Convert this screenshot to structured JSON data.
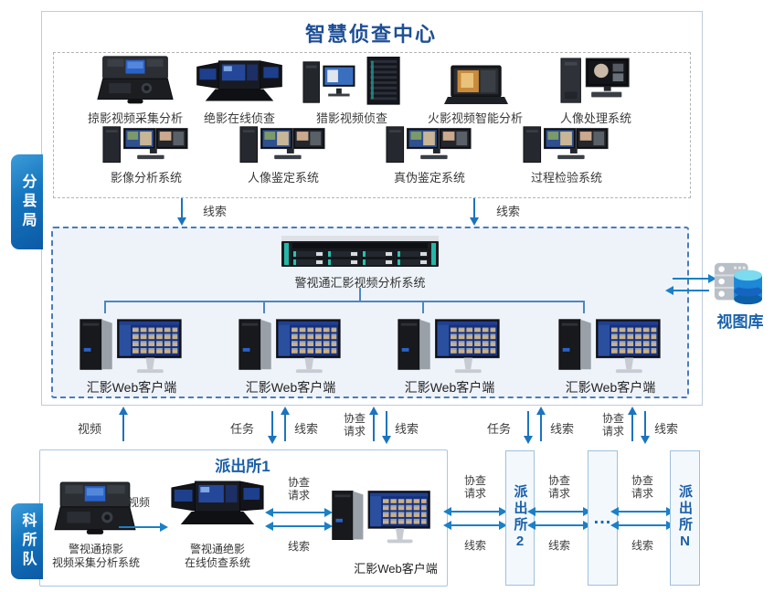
{
  "org": {
    "county_bureau": "分县局",
    "station_team": "科所队"
  },
  "center": {
    "title": "智慧侦查中心",
    "row1": [
      {
        "label": "掠影视频采集分析"
      },
      {
        "label": "绝影在线侦查"
      },
      {
        "label": "猎影视频侦查"
      },
      {
        "label": "火影视频智能分析"
      },
      {
        "label": "人像处理系统"
      }
    ],
    "row2": [
      {
        "label": "影像分析系统"
      },
      {
        "label": "人像鉴定系统"
      },
      {
        "label": "真伪鉴定系统"
      },
      {
        "label": "过程检验系统"
      }
    ]
  },
  "flows": {
    "clue": "线索",
    "video": "视频",
    "task": "任务",
    "assist_request": "协查\n请求"
  },
  "hub": {
    "server_label": "警视通汇影视频分析系统",
    "clients": [
      "汇影Web客户端",
      "汇影Web客户端",
      "汇影Web客户端",
      "汇影Web客户端"
    ]
  },
  "repository": {
    "label": "视图库"
  },
  "stations": {
    "station1": {
      "title": "派出所1",
      "device1_label": "警视通掠影\n视频采集分析系统",
      "device2_label": "警视通绝影\n在线侦查系统",
      "client_label": "汇影Web客户端"
    },
    "station2": "派出所2",
    "ellipsis": "...",
    "stationN": "派出所N"
  },
  "colors": {
    "arrow_blue": "#1b74bd",
    "accent_blue": "#1a5fa8",
    "title_navy": "#1e4f96",
    "hub_border": "#4a7cb8",
    "hub_fill": "#eef3fa"
  }
}
